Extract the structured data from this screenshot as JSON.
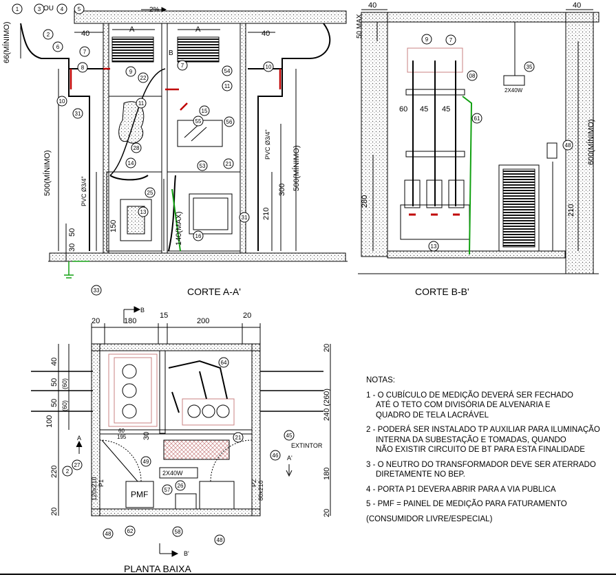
{
  "titles": {
    "corte_aa": "CORTE A-A'",
    "corte_bb": "CORTE B-B'",
    "planta": "PLANTA BAIXA"
  },
  "labels": {
    "slope": "2%",
    "ou": "OU",
    "sec_a": "A",
    "sec_b": "B",
    "sec_b_prime": "B'",
    "sec_a_prime": "A'",
    "pvc_left": "PVC Ø3/4\"",
    "pvc_right": "PVC Ø3/4\"",
    "lamp": "2X40W",
    "lamp_plan": "2X40W",
    "extintor": "EXTINTOR",
    "pmf": "PMF",
    "p1": "P1",
    "p2": "P2",
    "door_p1": "120x210",
    "door_p2": "80x210",
    "sub_60": "60",
    "sub_195": "195"
  },
  "dims_aa": {
    "d66": "66(MÍNIMO)",
    "d40a": "40",
    "d40b": "40",
    "dA1": "A",
    "dA2": "A",
    "d500l": "500(MÍNIMO)",
    "d500r": "500(MÍNIMO)",
    "d300": "300",
    "d210": "210",
    "d150": "150",
    "d140": "140(MAX)",
    "d50": "50",
    "d30": "30"
  },
  "dims_bb": {
    "d40l": "40",
    "d40r": "40",
    "d50max": "50\nMAX",
    "d60": "60",
    "d45a": "45",
    "d45b": "45",
    "d280": "280",
    "d600": "600(MÍNIMO)",
    "d210": "210"
  },
  "dims_plan": {
    "t20a": "20",
    "t180": "180",
    "t15": "15",
    "t200": "200",
    "t20b": "20",
    "l40": "40",
    "l50a": "50",
    "l50b": "50",
    "l60a": "(60)",
    "l60b": "(60)",
    "l100": "100",
    "l220": "220",
    "l20": "20",
    "r20a": "20",
    "r240": "240 (260)",
    "r180": "180",
    "r20b": "20",
    "m30": "30"
  },
  "bubbles_aa": [
    "1",
    "3",
    "4",
    "5",
    "2",
    "6",
    "7",
    "8",
    "9",
    "22",
    "7",
    "54",
    "11",
    "10",
    "10",
    "31",
    "11",
    "15",
    "55",
    "56",
    "28",
    "14",
    "53",
    "21",
    "25",
    "13",
    "16",
    "31",
    "33"
  ],
  "bubbles_bb": [
    "9",
    "7",
    "08",
    "61",
    "35",
    "48",
    "13"
  ],
  "bubbles_plan": [
    "64",
    "45",
    "21",
    "46",
    "49",
    "2",
    "27",
    "26",
    "57",
    "62",
    "48",
    "58",
    "48"
  ],
  "notes": {
    "heading": "NOTAS:",
    "items": [
      {
        "num": "1 -",
        "lines": [
          "O CUBÍCULO DE MEDIÇÃO DEVERÁ SER FECHADO",
          "ATÉ O TETO COM DIVISÓRIA DE ALVENARIA E",
          "QUADRO DE TELA LACRÁVEL"
        ]
      },
      {
        "num": "2 -",
        "lines": [
          "PODERÁ SER INSTALADO TP AUXILIAR PARA ILUMINAÇÃO",
          "INTERNA DA SUBESTAÇÃO E TOMADAS, QUANDO",
          "NÃO EXISTIR CIRCUITO DE BT PARA ESTA FINALIDADE"
        ]
      },
      {
        "num": "3 -",
        "lines": [
          "O NEUTRO DO TRANSFORMADOR DEVE SER ATERRADO",
          "DIRETAMENTE NO BEP."
        ]
      },
      {
        "num": "4 -",
        "lines": [
          "PORTA P1 DEVERA ABRIR PARA A VIA PUBLICA"
        ]
      },
      {
        "num": "5 -",
        "lines": [
          "PMF = PAINEL DE MEDIÇÃO PARA FATURAMENTO"
        ]
      }
    ],
    "footer": "(CONSUMIDOR LIVRE/ESPECIAL)"
  },
  "colors": {
    "line": "#000000",
    "red": "#c00000",
    "green": "#10a010",
    "hatch": "#c88080"
  }
}
